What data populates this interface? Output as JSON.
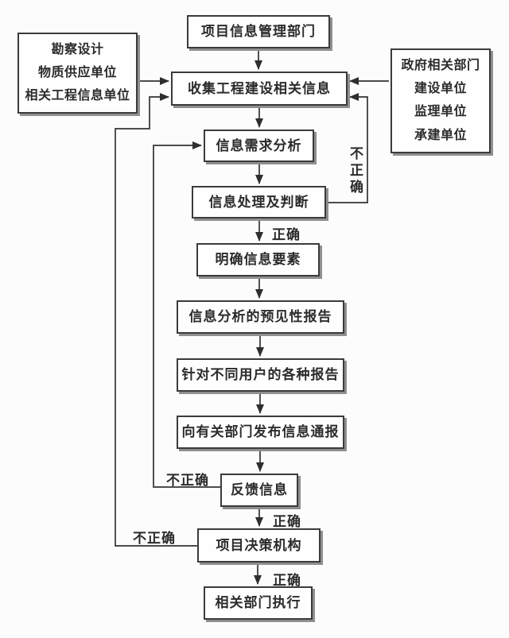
{
  "colors": {
    "background": "#fdfcfd",
    "box_fill": "#fefefe",
    "box_border": "#3b3b3b",
    "line": "#333333",
    "text": "#2b2b2b",
    "shadow": "#8f8f8f"
  },
  "diagram": {
    "type": "flowchart",
    "nodes": {
      "dept": {
        "label": "项目信息管理部门"
      },
      "left_sources": {
        "lines": [
          "勘察设计",
          "物质供应单位",
          "相关工程信息单位"
        ]
      },
      "right_sources": {
        "lines": [
          "政府相关部门",
          "建设单位",
          "监理单位",
          "承建单位"
        ]
      },
      "collect": {
        "label": "收集工程建设相关信息"
      },
      "demand": {
        "label": "信息需求分析"
      },
      "judge": {
        "label": "信息处理及判断"
      },
      "clarify": {
        "label": "明确信息要素"
      },
      "predict": {
        "label": "信息分析的预见性报告"
      },
      "reports": {
        "label": "针对不同用户的各种报告"
      },
      "publish": {
        "label": "向有关部门发布信息通报"
      },
      "feedback": {
        "label": "反馈信息"
      },
      "decision": {
        "label": "项目决策机构"
      },
      "execute": {
        "label": "相关部门执行"
      }
    },
    "edge_labels": {
      "judge_incorrect": "不正确",
      "judge_correct": "正确",
      "feedback_incorrect": "不正确",
      "feedback_correct": "正确",
      "decision_incorrect": "不正确",
      "decision_correct": "正确"
    },
    "edges": [
      {
        "from": "dept",
        "to": "collect",
        "label": ""
      },
      {
        "from": "left_sources",
        "to": "collect",
        "label": ""
      },
      {
        "from": "right_sources",
        "to": "collect",
        "label": ""
      },
      {
        "from": "collect",
        "to": "demand",
        "label": ""
      },
      {
        "from": "demand",
        "to": "judge",
        "label": ""
      },
      {
        "from": "judge",
        "to": "clarify",
        "label": "正确"
      },
      {
        "from": "judge",
        "to": "collect",
        "label": "不正确"
      },
      {
        "from": "clarify",
        "to": "predict",
        "label": ""
      },
      {
        "from": "predict",
        "to": "reports",
        "label": ""
      },
      {
        "from": "reports",
        "to": "publish",
        "label": ""
      },
      {
        "from": "publish",
        "to": "feedback",
        "label": ""
      },
      {
        "from": "feedback",
        "to": "decision",
        "label": "正确"
      },
      {
        "from": "feedback",
        "to": "demand",
        "label": "不正确"
      },
      {
        "from": "decision",
        "to": "execute",
        "label": "正确"
      },
      {
        "from": "decision",
        "to": "collect",
        "label": "不正确"
      }
    ]
  }
}
